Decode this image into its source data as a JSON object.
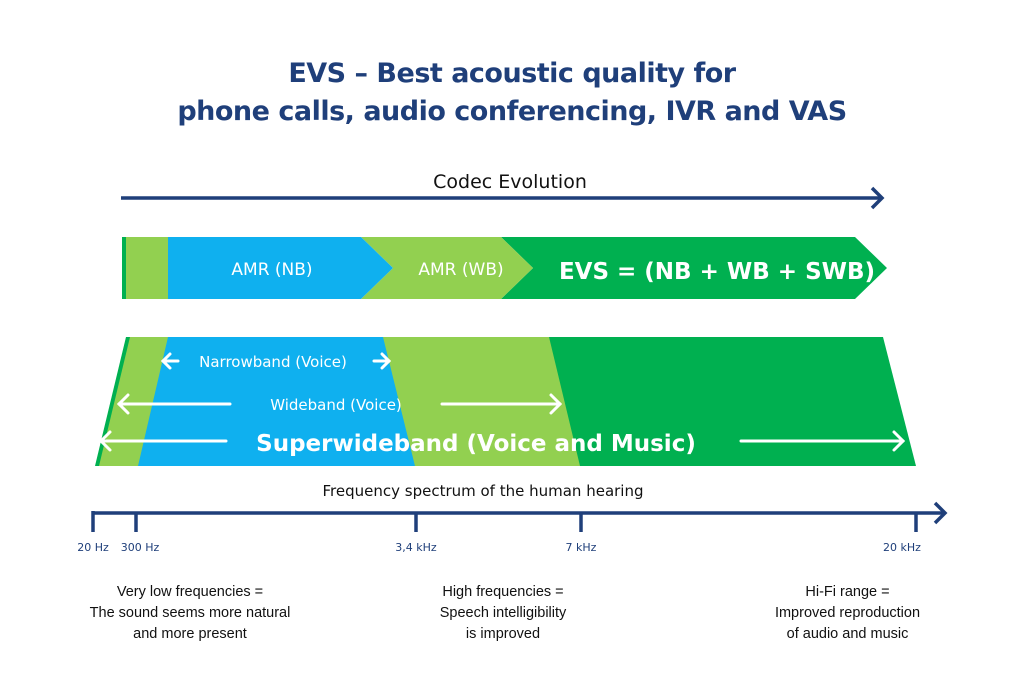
{
  "title": {
    "line1": "EVS – Best acoustic quality for",
    "line2": "phone calls, audio conferencing, IVR and VAS"
  },
  "colors": {
    "title": "#1f3f7a",
    "axis": "#1f3f7a",
    "blue": "#0fb0ef",
    "light_green": "#92d050",
    "dark_green": "#00b050",
    "text_white": "#ffffff"
  },
  "codec_evolution": {
    "label": "Codec Evolution",
    "segments": [
      {
        "name": "AMR (NB)"
      },
      {
        "name": "AMR (WB)"
      },
      {
        "name": "EVS = (NB + WB + SWB)"
      }
    ]
  },
  "bands": {
    "narrowband": "Narrowband (Voice)",
    "wideband": "Wideband (Voice)",
    "superwideband": "Superwideband (Voice and Music)"
  },
  "spectrum": {
    "label": "Frequency spectrum of the human hearing",
    "ticks": [
      "20 Hz",
      "300 Hz",
      "3,4 kHz",
      "7 kHz",
      "20 kHz"
    ]
  },
  "captions": [
    {
      "line1": "Very low frequencies =",
      "line2": "The sound seems more natural",
      "line3": "and more present"
    },
    {
      "line1": "High frequencies =",
      "line2": "Speech intelligibility",
      "line3": "is improved"
    },
    {
      "line1": "Hi-Fi range =",
      "line2": "Improved reproduction",
      "line3": "of audio and music"
    }
  ]
}
